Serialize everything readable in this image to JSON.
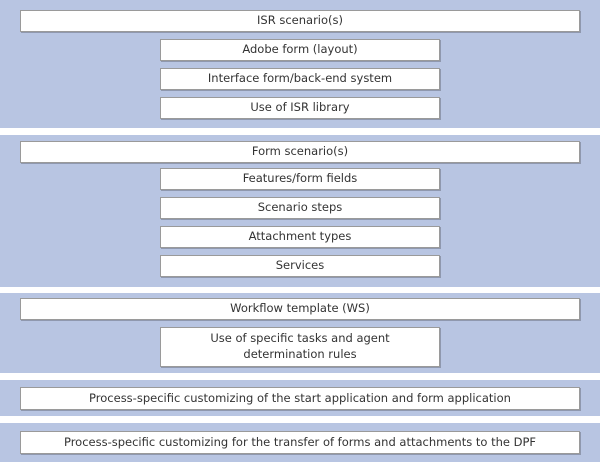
{
  "sections": [
    {
      "title": "ISR scenario(s)",
      "items": [
        "Adobe form (layout)",
        "Interface form/back-end system",
        "Use of ISR library"
      ]
    },
    {
      "title": "Form scenario(s)",
      "items": [
        "Features/form fields",
        "Scenario steps",
        "Attachment types",
        "Services"
      ]
    },
    {
      "title": "Workflow template (WS)",
      "items": [
        "Use of specific tasks and agent determination rules"
      ]
    },
    {
      "title": "Process-specific customizing of the start application and form application",
      "items": []
    },
    {
      "title": "Process-specific customizing for the transfer of forms and attachments to the DPF",
      "items": []
    }
  ],
  "colors": {
    "band": "#b8c5e2",
    "box": "#ffffff"
  }
}
